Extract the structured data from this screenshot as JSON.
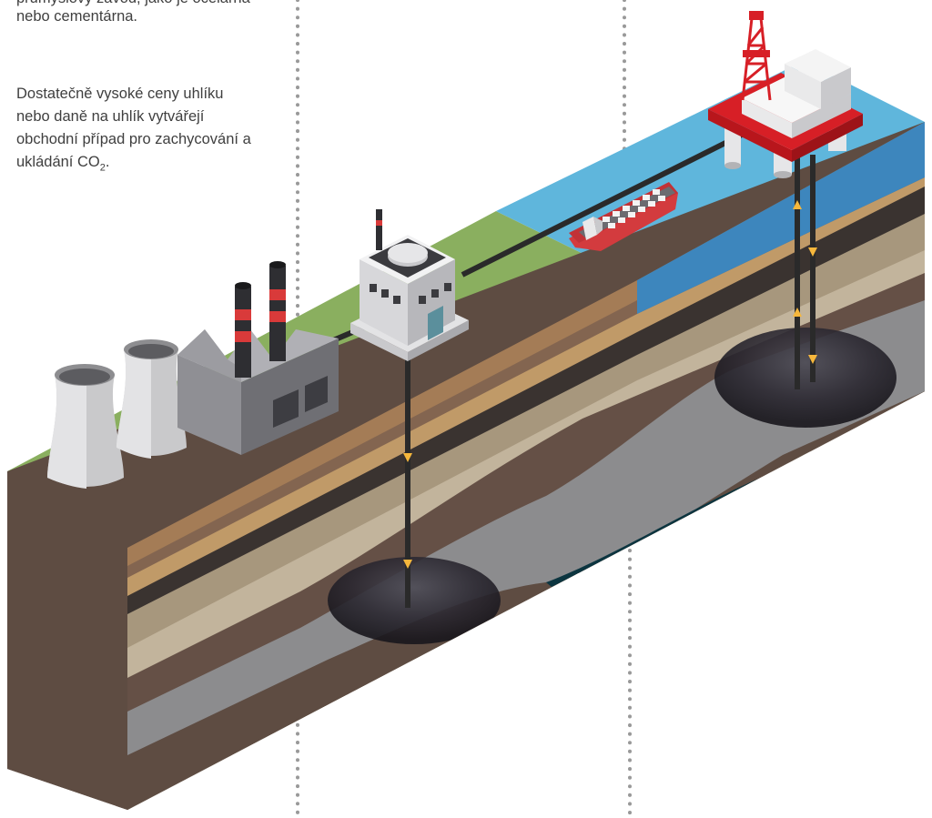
{
  "text": {
    "clipped_line": "průmyslový závod, jako je ocelárna",
    "continuation": "nebo cementárna.",
    "paragraph_lines": [
      "Dostatečně vysoké ceny uhlíku",
      "nebo daně na uhlík vytvářejí",
      "obchodní případ pro zachycování a"
    ],
    "last_line_prefix": "ukládání CO",
    "subscript": "2",
    "last_line_suffix": "."
  },
  "colors": {
    "grass": "#8aaf5f",
    "sea": "#5fb6dc",
    "sea_front": "#3d86bd",
    "topsoil": "#a47c56",
    "rock_light": "#b4a48c",
    "rock_grey": "#8c8c8e",
    "rock_dark": "#655046",
    "platform_red": "#d71f26",
    "arrow_accent": "#f6b73c",
    "pipe": "#2a2a2a",
    "divider_dots": "#999999"
  },
  "icons": [
    "cooling-tower-icon",
    "factory-icon",
    "capture-plant-icon",
    "tanker-ship-icon",
    "offshore-platform-icon",
    "co2-flow-arrow-icon"
  ]
}
